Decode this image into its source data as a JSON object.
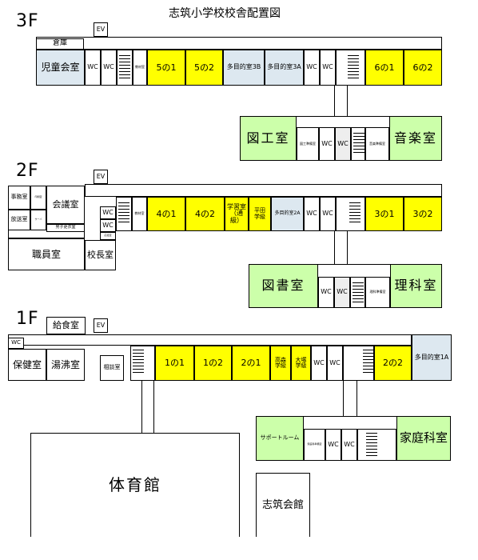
{
  "title": "志筑小学校校舎配置図",
  "floor3": {
    "label": "3F",
    "ev": "EV",
    "storage": "倉庫",
    "children_hall": "児童会室",
    "wc": "WC",
    "small_room": "教材室",
    "class_5_1": "5の1",
    "class_5_2": "5の2",
    "multi_3b": "多目的室3B",
    "multi_3a": "多目的室3A",
    "class_6_1": "6の1",
    "class_6_2": "6の2",
    "art_room": "図工室",
    "art_prep": "図工準備室",
    "music_prep": "音楽準備室",
    "music_room": "音楽室"
  },
  "floor2": {
    "label": "2F",
    "ev": "EV",
    "office": "事務室",
    "printing": "印刷室",
    "broadcast": "放送室",
    "server": "サーバ",
    "meeting": "会議室",
    "mens_changing": "男子更衣室",
    "staff_room": "職員室",
    "principal": "校長室",
    "principal_small": "応接室",
    "small_room": "教材室",
    "class_4_1": "4の1",
    "class_4_2": "4の2",
    "learning_room": "学習室（通級）",
    "hirata": "平田学級",
    "multi_2a": "多目的室2A",
    "class_3_1": "3の1",
    "class_3_2": "3の2",
    "library": "図書室",
    "science_prep": "理科準備室",
    "science_room": "理科室",
    "wc": "WC"
  },
  "floor1": {
    "label": "1F",
    "ev": "EV",
    "kitchen": "給食室",
    "health": "保健室",
    "boiler": "湯沸室",
    "counsel": "相談室",
    "class_1_1": "1の1",
    "class_1_2": "1の2",
    "class_2_1": "2の1",
    "takamori": "高森学級",
    "otsuka": "大塚学級",
    "class_2_2": "2の2",
    "multi_1a": "多目的室1A",
    "support_room": "サポートルーム",
    "home_prep": "家庭科準備室",
    "home_ec": "家庭科室",
    "gym": "体育館",
    "community_hall": "志筑会館",
    "wc": "WC"
  }
}
